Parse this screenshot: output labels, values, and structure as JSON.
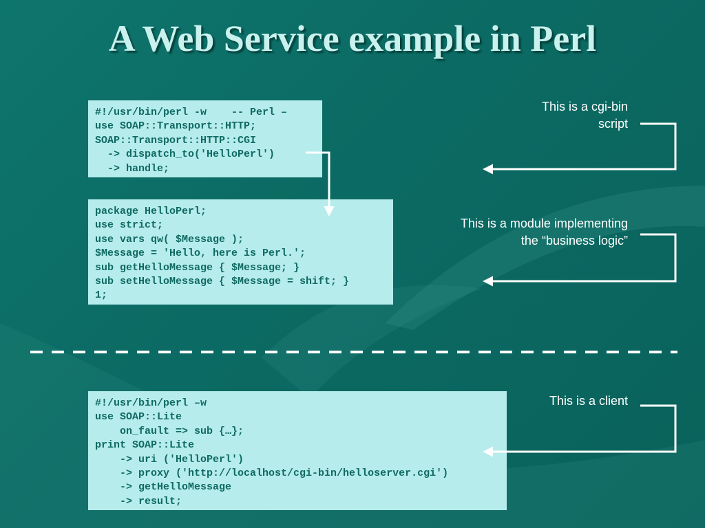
{
  "slide": {
    "title": "A Web Service example in Perl",
    "colors": {
      "background": "#0b6a63",
      "title": "#c9f1ed",
      "code_box": "#b6ecec",
      "code_text": "#0f6a62",
      "annotation": "#ffffff"
    },
    "code_blocks": [
      {
        "name": "server-script",
        "lines": [
          "#!/usr/bin/perl -w    -- Perl –",
          "use SOAP::Transport::HTTP;",
          "SOAP::Transport::HTTP::CGI",
          "  -> dispatch_to('HelloPerl')",
          "  -> handle;"
        ]
      },
      {
        "name": "module",
        "lines": [
          "package HelloPerl;",
          "use strict;",
          "use vars qw( $Message );",
          "$Message = 'Hello, here is Perl.';",
          "sub getHelloMessage { $Message; }",
          "sub setHelloMessage { $Message = shift; }",
          "1;"
        ]
      },
      {
        "name": "client",
        "lines": [
          "#!/usr/bin/perl –w",
          "use SOAP::Lite",
          "    on_fault => sub {…};",
          "print SOAP::Lite",
          "    -> uri ('HelloPerl')",
          "    -> proxy ('http://localhost/cgi-bin/helloserver.cgi')",
          "    -> getHelloMessage",
          "    -> result;"
        ]
      }
    ],
    "annotations": [
      {
        "text": "This is a cgi-bin\nscript"
      },
      {
        "text": "This is a module implementing\nthe “business logic”"
      },
      {
        "text": "This is a client"
      }
    ]
  }
}
